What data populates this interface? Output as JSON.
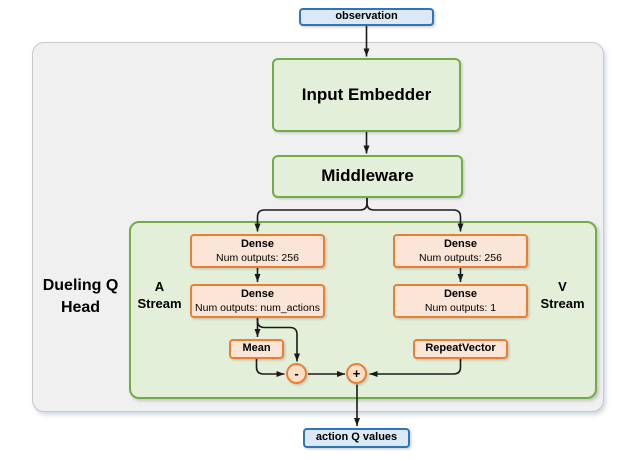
{
  "diagram": {
    "observation": "observation",
    "input_embedder": "Input Embedder",
    "middleware": "Middleware",
    "dueling_head": {
      "line1": "Dueling Q",
      "line2": "Head"
    },
    "a_stream": {
      "label": {
        "line1": "A",
        "line2": "Stream"
      },
      "dense1": {
        "name": "Dense",
        "detail": "Num outputs: 256"
      },
      "dense2": {
        "name": "Dense",
        "detail": "Num outputs: num_actions"
      },
      "aggregator": "Mean",
      "operator": "-"
    },
    "v_stream": {
      "label": {
        "line1": "V",
        "line2": "Stream"
      },
      "dense1": {
        "name": "Dense",
        "detail": "Num outputs: 256"
      },
      "dense2": {
        "name": "Dense",
        "detail": "Num outputs: 1"
      },
      "aggregator": "RepeatVector",
      "operator": "+"
    },
    "action_q_values": "action Q values",
    "colors": {
      "blue_border": "#2e75b6",
      "blue_fill": "#dbe9f7",
      "green_border": "#70ad47",
      "green_fill": "#e3efd9",
      "orange_border": "#ed7d31",
      "orange_fill": "#fbe5d6",
      "circle_fill": "#fddfc5",
      "outer_fill": "#f0f0f1",
      "line": "#1a1a1a"
    }
  }
}
